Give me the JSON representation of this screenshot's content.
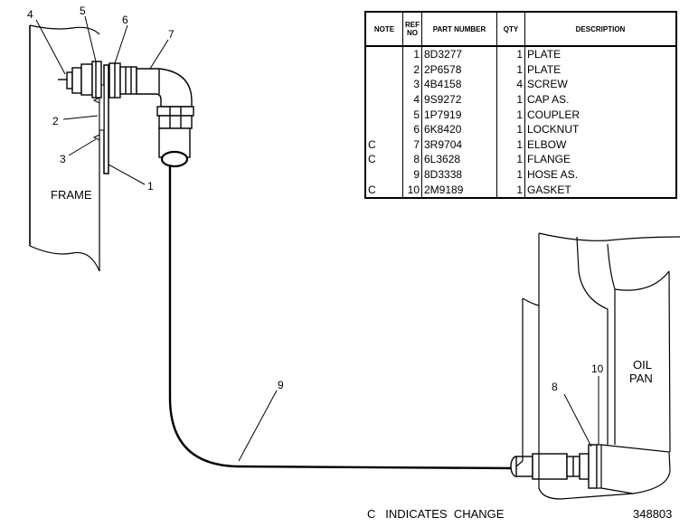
{
  "table": {
    "headers": {
      "note": "NOTE",
      "ref_no": "REF NO",
      "part_number": "PART NUMBER",
      "qty": "QTY",
      "description": "DESCRIPTION"
    },
    "rows": [
      {
        "note": "",
        "ref": "1",
        "part": "8D3277",
        "qty": "1",
        "desc": "PLATE"
      },
      {
        "note": "",
        "ref": "2",
        "part": "2P6578",
        "qty": "1",
        "desc": "PLATE"
      },
      {
        "note": "",
        "ref": "3",
        "part": "4B4158",
        "qty": "4",
        "desc": "SCREW"
      },
      {
        "note": "",
        "ref": "4",
        "part": "9S9272",
        "qty": "1",
        "desc": "CAP AS."
      },
      {
        "note": "",
        "ref": "5",
        "part": "1P7919",
        "qty": "1",
        "desc": "COUPLER"
      },
      {
        "note": "",
        "ref": "6",
        "part": "6K8420",
        "qty": "1",
        "desc": "LOCKNUT"
      },
      {
        "note": "C",
        "ref": "7",
        "part": "3R9704",
        "qty": "1",
        "desc": "ELBOW"
      },
      {
        "note": "C",
        "ref": "8",
        "part": "6L3628",
        "qty": "1",
        "desc": "FLANGE"
      },
      {
        "note": "",
        "ref": "9",
        "part": "8D3338",
        "qty": "1",
        "desc": "HOSE AS."
      },
      {
        "note": "C",
        "ref": "10",
        "part": "2M9189",
        "qty": "1",
        "desc": "GASKET"
      }
    ]
  },
  "callouts": {
    "c1": "1",
    "c2": "2",
    "c3": "3",
    "c4": "4",
    "c5": "5",
    "c6": "6",
    "c7": "7",
    "c8": "8",
    "c9": "9",
    "c10": "10"
  },
  "labels": {
    "frame": "FRAME",
    "oil_pan_line1": "OIL",
    "oil_pan_line2": "PAN"
  },
  "footer": {
    "change_note": "C   INDICATES  CHANGE",
    "drawing_number": "348803"
  }
}
